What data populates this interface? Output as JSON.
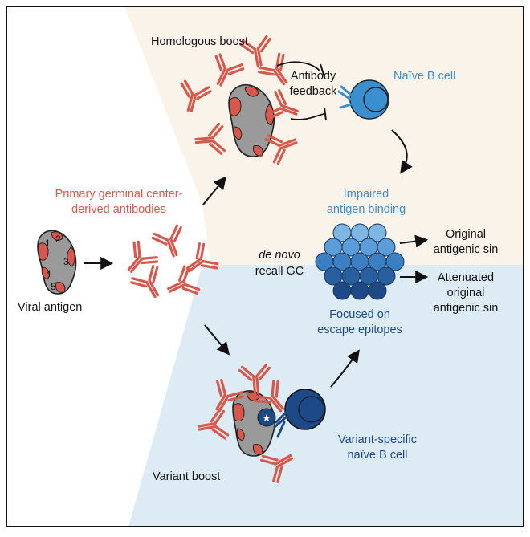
{
  "colors": {
    "antibody_red": "#d9584b",
    "antigen_gray": "#999999",
    "light_blue": "#3a8fd0",
    "dark_blue": "#1d4a86",
    "top_panel": "#faf3ea",
    "bottom_panel": "#ddebf5",
    "frame": "#111111"
  },
  "labels": {
    "homologous_boost": "Homologous boost",
    "antibody_feedback_line1": "Antibody",
    "antibody_feedback_line2": "feedback",
    "naive_b_cell": "Naïve B cell",
    "impaired_line1": "Impaired",
    "impaired_line2": "antigen binding",
    "primary_line1": "Primary germinal center-",
    "primary_line2": "derived antibodies",
    "de_novo": "de novo",
    "recall_gc": "recall GC",
    "original_line1": "Original",
    "original_line2": "antigenic sin",
    "attenuated_line1": "Attenuated",
    "attenuated_line2": "original",
    "attenuated_line3": "antigenic sin",
    "viral_antigen": "Viral antigen",
    "focused_line1": "Focused on",
    "focused_line2": "escape epitopes",
    "variant_specific_line1": "Variant-specific",
    "variant_specific_line2": "naïve B cell",
    "variant_boost": "Variant boost"
  },
  "epitope_numbers": [
    "1",
    "2",
    "3",
    "4",
    "5"
  ],
  "mutated_epitope_glyph": "★",
  "icons": [
    "antibody-icon",
    "antigen-icon",
    "b-cell-icon",
    "germinal-center-icon",
    "arrow-icon",
    "inhibition-arrow-icon"
  ]
}
